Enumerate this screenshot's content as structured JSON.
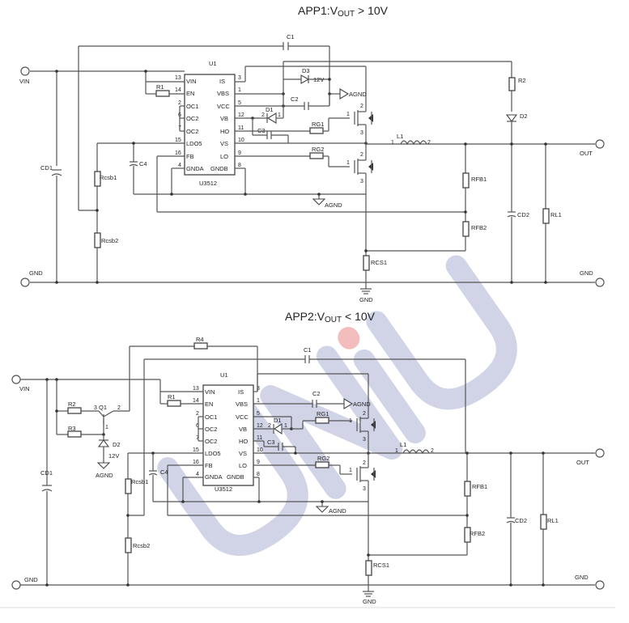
{
  "app1": {
    "title": "APP1:V",
    "title_sub": "OUT",
    "title_tail": " > 10V",
    "labels": {
      "vin": "VIN",
      "gnd": "GND",
      "out": "OUT",
      "gnd_bottom": "GND",
      "gnd_right": "GND",
      "u1": "U1",
      "chip": "U3512",
      "cd1": "CD1",
      "c1": "C1",
      "c2": "C2",
      "c3": "C3",
      "c4": "C4",
      "r1": "R1",
      "r2": "R2",
      "d1": "D1",
      "d2": "D2",
      "d3": "D3",
      "d3_v": "12V",
      "rg1": "RG1",
      "rg2": "RG2",
      "l1": "L1",
      "l1_p1": "1",
      "l1_p2": "2",
      "rfb1": "RFB1",
      "rfb2": "RFB2",
      "rcs1": "RCS1",
      "rcsb1": "Rcsb1",
      "rcsb2": "Rcsb2",
      "cd2": "CD2",
      "rl1": "RL1",
      "agnd": "AGND",
      "agnd2": "AGND"
    },
    "pins_left": [
      {
        "num": "13",
        "name": "VIN"
      },
      {
        "num": "14",
        "name": "EN"
      },
      {
        "num": "2",
        "name": "OC1"
      },
      {
        "num": "6",
        "name": "OC2"
      },
      {
        "num": "7",
        "name": "OC2"
      },
      {
        "num": "15",
        "name": "LDO5"
      },
      {
        "num": "16",
        "name": "FB"
      },
      {
        "num": "4",
        "name": "GNDA"
      }
    ],
    "pins_right": [
      {
        "num": "3",
        "name": "IS"
      },
      {
        "num": "1",
        "name": "VBS"
      },
      {
        "num": "5",
        "name": "VCC"
      },
      {
        "num": "12",
        "name": "VB"
      },
      {
        "num": "11",
        "name": "HO"
      },
      {
        "num": "10",
        "name": "VS"
      },
      {
        "num": "9",
        "name": "LO"
      },
      {
        "num": "8",
        "name": "GNDB"
      }
    ]
  },
  "app2": {
    "title": "APP2:V",
    "title_sub": "OUT",
    "title_tail": " < 10V",
    "labels": {
      "vin": "VIN",
      "gnd": "GND",
      "out": "OUT",
      "gnd_bottom": "GND",
      "gnd_right": "GND",
      "u1": "U1",
      "chip": "U3512",
      "cd1": "CD1",
      "c1": "C1",
      "c2": "C2",
      "c3": "C3",
      "c4": "C4",
      "r1": "R1",
      "r2": "R2",
      "r3": "R3",
      "r4": "R4",
      "q1": "Q1",
      "q1_p1": "1",
      "q1_p2": "2",
      "q1_p3": "3",
      "d1": "D1",
      "d2": "D2",
      "d2_v": "12V",
      "agnd_q": "AGND",
      "rg1": "RG1",
      "rg2": "RG2",
      "l1": "L1",
      "l1_p1": "1",
      "l1_p2": "2",
      "rfb1": "RFB1",
      "rfb2": "RFB2",
      "rcs1": "RCS1",
      "rcsb1": "Rcsb1",
      "rcsb2": "Rcsb2",
      "cd2": "CD2",
      "rl1": "RL1",
      "agnd": "AGND",
      "agnd2": "AGND"
    },
    "pins_left": [
      {
        "num": "13",
        "name": "VIN"
      },
      {
        "num": "14",
        "name": "EN"
      },
      {
        "num": "2",
        "name": "OC1"
      },
      {
        "num": "6",
        "name": "OC2"
      },
      {
        "num": "7",
        "name": "OC2"
      },
      {
        "num": "15",
        "name": "LDO5"
      },
      {
        "num": "16",
        "name": "FB"
      },
      {
        "num": "4",
        "name": "GNDA"
      }
    ],
    "pins_right": [
      {
        "num": "3",
        "name": "IS"
      },
      {
        "num": "1",
        "name": "VBS"
      },
      {
        "num": "5",
        "name": "VCC"
      },
      {
        "num": "12",
        "name": "VB"
      },
      {
        "num": "11",
        "name": "HO"
      },
      {
        "num": "10",
        "name": "VS"
      },
      {
        "num": "9",
        "name": "LO"
      },
      {
        "num": "8",
        "name": "GNDB"
      }
    ]
  },
  "watermark": {
    "text": "UNIU",
    "color": "#c7cbe0",
    "accent": "#f2b3b3"
  }
}
